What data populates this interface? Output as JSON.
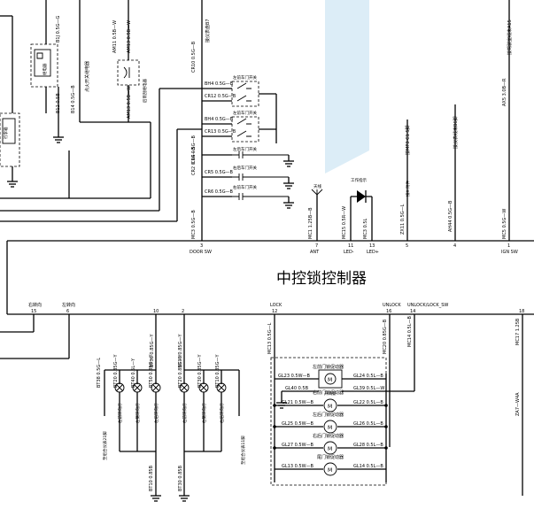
{
  "wires": {
    "top": [
      "B1J 0.5G—G",
      "CR10 0.5G—B",
      "BH4 0.5G—B",
      "CR12 0.5G—B",
      "BH4 0.5G—B",
      "CR13 0.5G—B",
      "CR4 0.5G—B",
      "CR2 0.5G—B",
      "CR5 0.5G—B",
      "CR6 0.5G—B",
      "MC3 0.5G—B",
      "B12 0.5B",
      "B14 0.5G—B",
      "AM11 0.5B—W",
      "AM13 0.5B—W",
      "MC1 1.25B—B",
      "MC15 0.5R—W",
      "MC3 0.5L",
      "ZX11 0.5G—L",
      "AH44 0.5G—B",
      "MC5 0.5G—W",
      "MC1 0.5G—B",
      "AX5 3.0B—R"
    ],
    "bottom": [
      "MC13 0.5G—L",
      "MC20 0.85G—B",
      "MC14 0.5L—B",
      "MC17 1.25B",
      "BT35 0.85G—Y",
      "BT36 0.85G—Y",
      "BT10 0.5G—L",
      "BT20 0.85G—Y",
      "BT40 0.5L—Y",
      "BT50 0.85G—Y",
      "BT30 0.85G—Y",
      "BT20 0.85G—Y",
      "BT10 0.85G—Y",
      "BT38 0.5G—L",
      "BT10 0.85B",
      "BT30 0.85B",
      "GL23 0.5W—B",
      "GL24 0.5L—B",
      "GL40 0.5B",
      "GL39 0.5L—W",
      "GL21 0.5W—B",
      "GL22 0.5L—B",
      "GL25 0.5W—B",
      "GL26 0.5L—B",
      "GL27 0.5W—B",
      "GL28 0.5L—B",
      "GL13 0.5W—B",
      "GL14 0.5L—B",
      "ZA7—W4A"
    ]
  },
  "components": {
    "controller": "中控锁控制器",
    "door_switches": [
      "左前车门开关",
      "左前车门开关",
      "左后车门开关",
      "右后车门开关",
      "右前车门开关"
    ],
    "actuators": [
      "左前门锁促动器",
      "右前门锁促动器",
      "左后门锁促动器",
      "右后门锁促动器",
      "尾门锁促动器"
    ],
    "lock_sub": "开闭锁",
    "lamps": [
      "左前转向灯",
      "左侧转向灯",
      "左后转向灯",
      "右前转向灯",
      "右侧转向灯",
      "右后转向灯"
    ],
    "relay_label": "点火开关继电器",
    "relay_inner": "继电器",
    "switch_label": "后雨刮继电器",
    "left_clip": "行李箱",
    "antenna": "天线",
    "led": "工作指示",
    "top_notes": [
      "接仪表盘B7",
      "接MP3 C1 5脚",
      "接X 附件",
      "接仪表线束B6脚",
      "接驾驶室线束A15"
    ],
    "bottom_notes": [
      "至组合仪表21脚",
      "至组合仪表11脚"
    ]
  },
  "pins": {
    "top": [
      "DOOR SW",
      "ANT",
      "LED-",
      "LED+",
      "IGN SW"
    ],
    "top_numbers": [
      "3",
      "7",
      "11",
      "13",
      "5",
      "4",
      "1"
    ],
    "bottom": [
      "右转向",
      "左转向",
      "LOCK",
      "UNLOCK",
      "UNLOCK/LOCK_SW",
      "18"
    ],
    "bottom_numbers": [
      "15",
      "6",
      "10",
      "2",
      "12",
      "16",
      "14"
    ]
  }
}
